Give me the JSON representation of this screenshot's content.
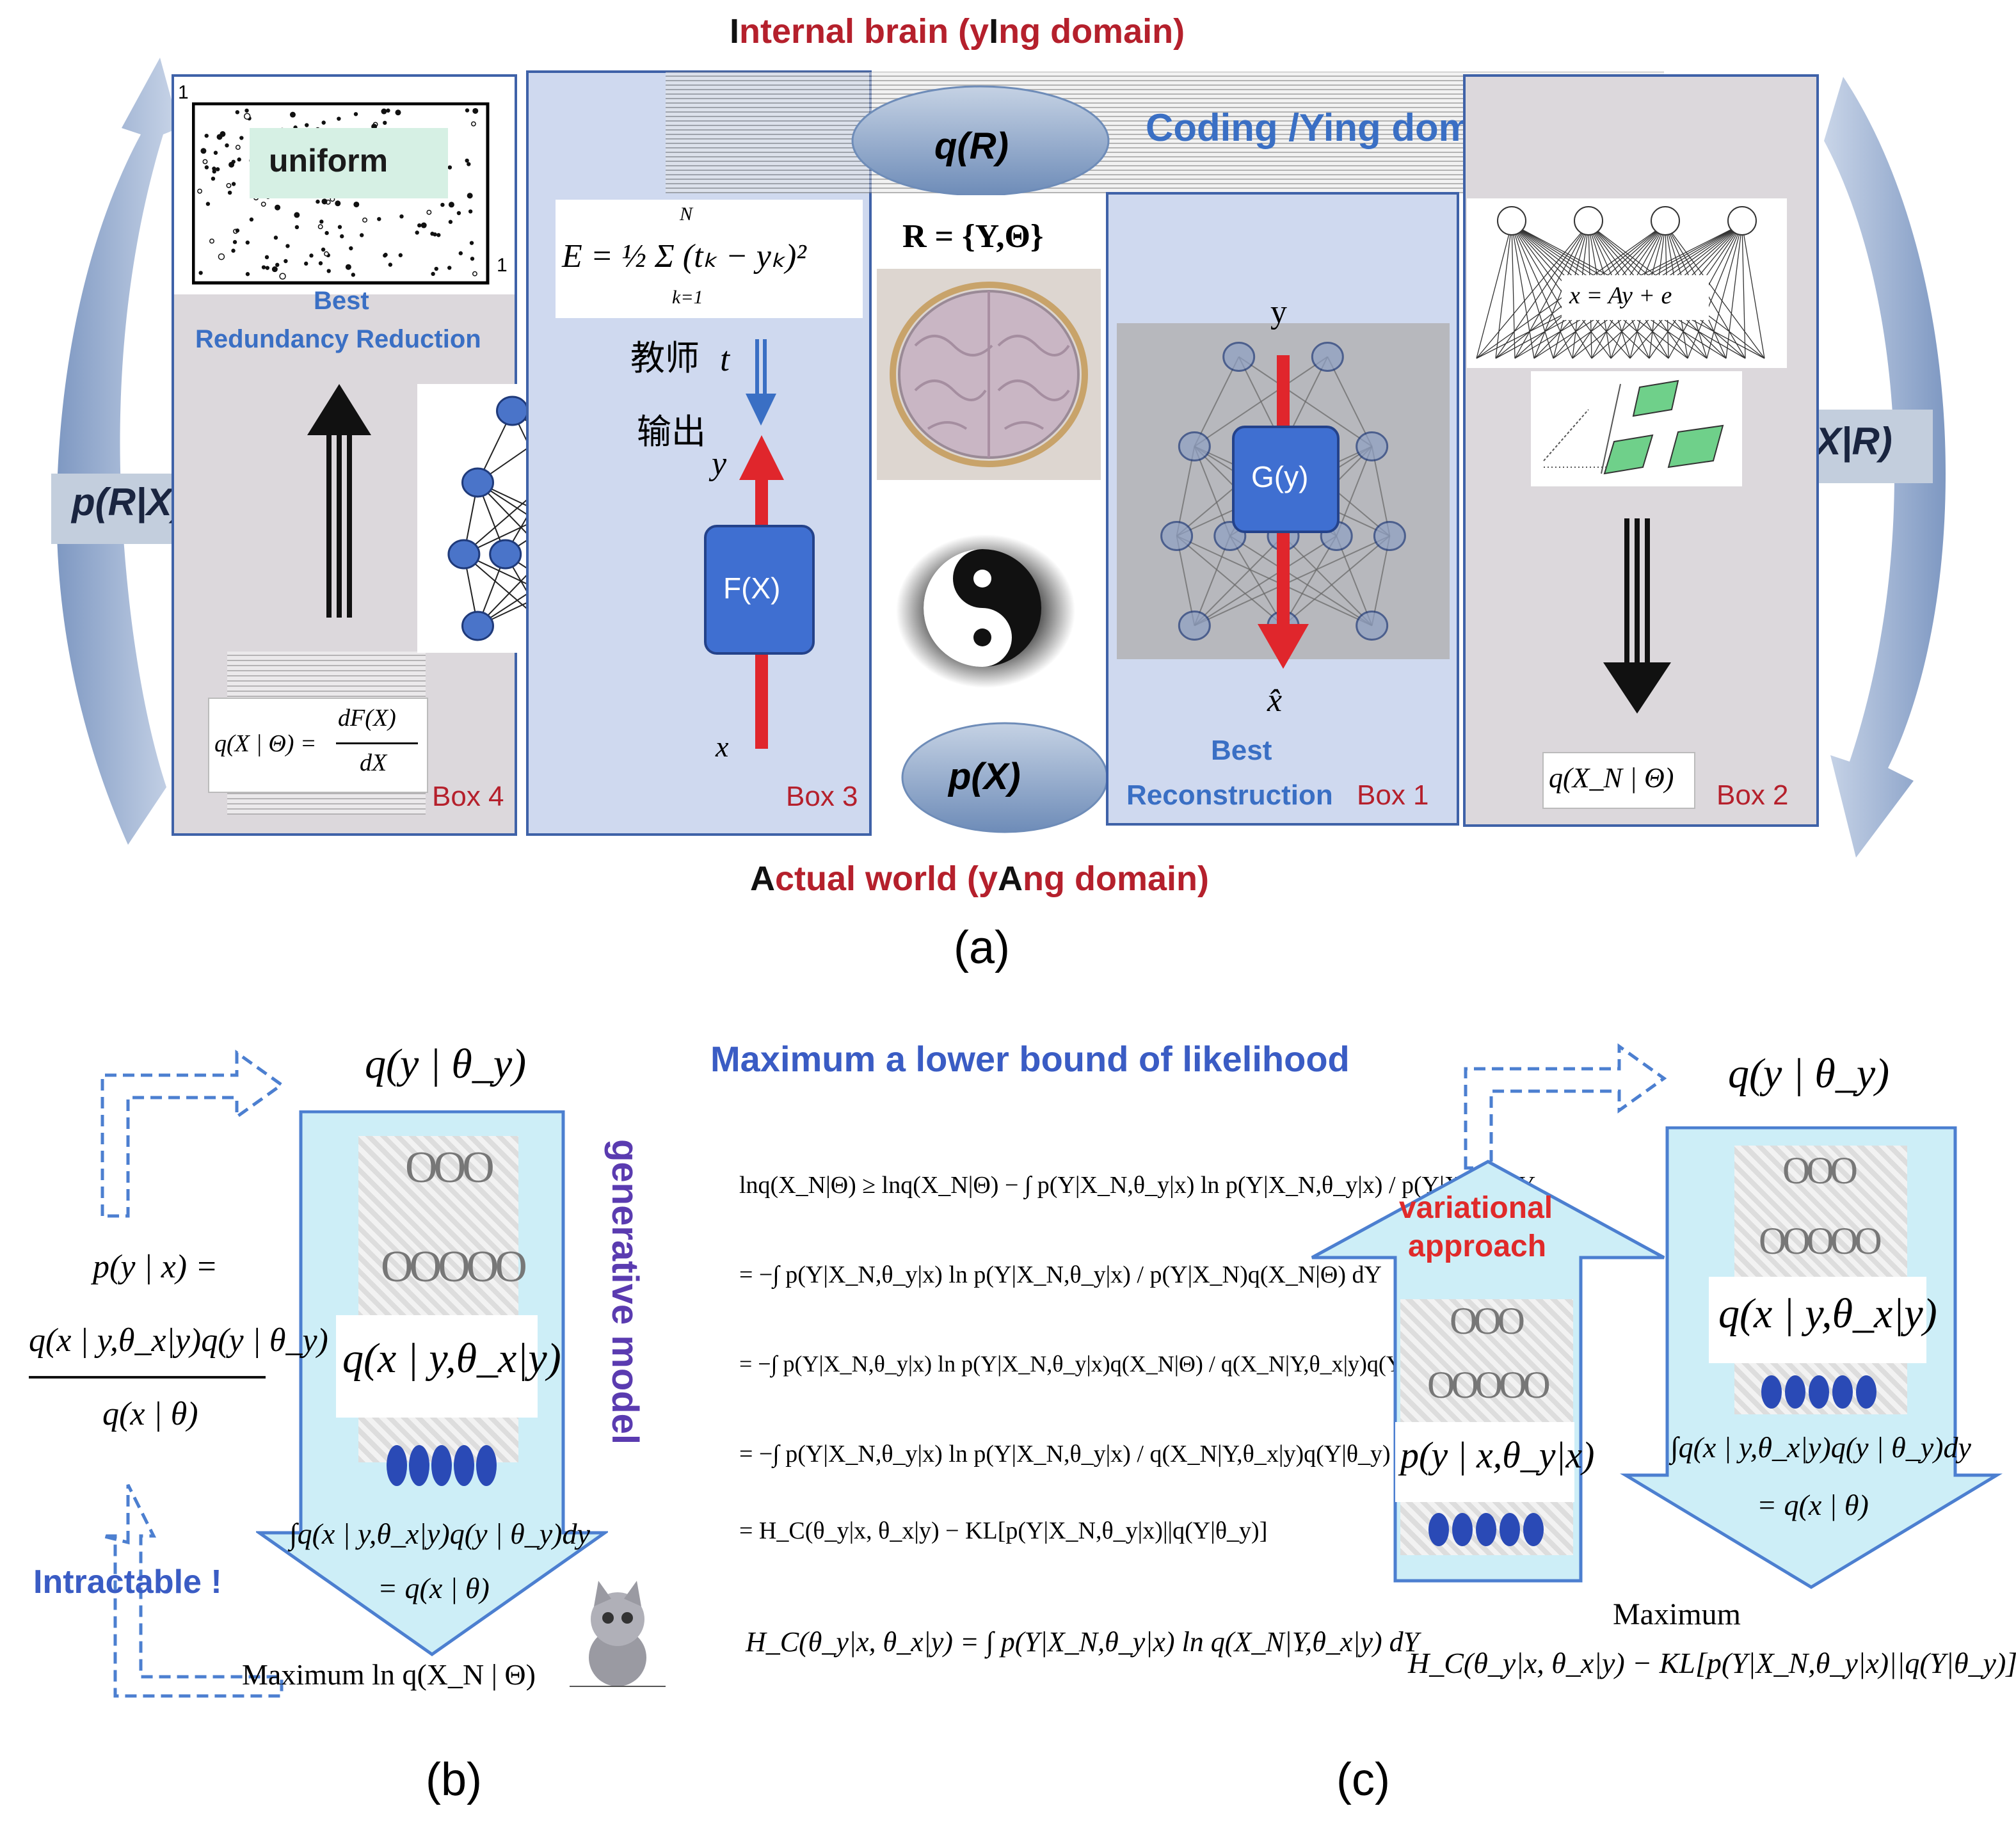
{
  "panel_a": {
    "top_title_prefix": "I",
    "top_title_rest": "nternal brain (y",
    "top_title_I": "I",
    "top_title_end": "ng domain)",
    "bottom_title_prefix": "A",
    "bottom_title_rest": "ctual world (y",
    "bottom_title_A": "A",
    "bottom_title_end": "ng domain)",
    "coding_label": "Coding /Ying domain",
    "qR": "q(R)",
    "pX": "p(X)",
    "pRX": "p(R|X)",
    "qXR": "q(X|R)",
    "R_set": "R = {Y,Θ}",
    "box4": {
      "label": "Box 4",
      "uniform": "uniform",
      "corner_1_top": "1",
      "corner_1_right": "1",
      "best": "Best",
      "redundancy": "Redundancy  Reduction",
      "formula_lhs": "q(X | Θ) =",
      "formula_num": "dF(X)",
      "formula_den": "dX"
    },
    "box3": {
      "label": "Box 3",
      "energy": "E = ½ Σ (tₖ − yₖ)²",
      "sum_top": "N",
      "sum_bottom": "k=1",
      "teacher": "教师",
      "output": "输出",
      "t": "t",
      "y": "y",
      "x": "x",
      "fx": "F(X)"
    },
    "box1": {
      "label": "Box 1",
      "y": "y",
      "gy": "G(y)",
      "xhat": "x̂",
      "best": "Best",
      "reconstruction": "Reconstruction"
    },
    "box2": {
      "label": "Box 2",
      "eq": "x = Ay + e",
      "formula": "q(X_N | Θ)"
    },
    "caption": "(a)"
  },
  "panel_b": {
    "q_y": "q(y | θ_y)",
    "generative": "generative model",
    "p_yx": "p(y | x) =",
    "numerator": "q(x | y,θ_x|y)q(y | θ_y)",
    "denominator": "q(x | θ)",
    "q_x_y": "q(x | y,θ_x|y)",
    "integral": "∫q(x | y,θ_x|y)q(y | θ_y)dy",
    "equals": "= q(x | θ)",
    "intractable": "Intractable !",
    "maximum": "Maximum  ln q(X_N | Θ)",
    "caption": "(b)"
  },
  "panel_c": {
    "title": "Maximum a lower bound of likelihood",
    "eq1": "lnq(X_N|Θ) ≥ lnq(X_N|Θ) − ∫ p(Y|X_N,θ_y|x) ln  p(Y|X_N,θ_y|x) / p(Y|X_N)  dY",
    "eq2": "= −∫ p(Y|X_N,θ_y|x) ln  p(Y|X_N,θ_y|x) / p(Y|X_N)q(X_N|Θ)  dY",
    "eq3": "= −∫ p(Y|X_N,θ_y|x) ln  p(Y|X_N,θ_y|x)q(X_N|Θ) / q(X_N|Y,θ_x|y)q(Y|θ_y)q(X_N|Θ)  dY",
    "eq4": "= −∫ p(Y|X_N,θ_y|x) ln  p(Y|X_N,θ_y|x) / q(X_N|Y,θ_x|y)q(Y|θ_y)  dY",
    "eq5": "= H_C(θ_y|x, θ_x|y) − KL[p(Y|X_N,θ_y|x)||q(Y|θ_y)]",
    "hc": "H_C(θ_y|x, θ_x|y) = ∫ p(Y|X_N,θ_y|x) ln q(X_N|Y,θ_x|y) dY",
    "variational1": "variational",
    "variational2": "approach",
    "p_y_x": "p(y | x,θ_y|x)",
    "q_y": "q(y | θ_y)",
    "q_x_y": "q(x | y,θ_x|y)",
    "integral": "∫q(x | y,θ_x|y)q(y | θ_y)dy",
    "equals": "= q(x | θ)",
    "maximum": "Maximum",
    "max_expr": "H_C(θ_y|x, θ_x|y) − KL[p(Y|X_N,θ_y|x)||q(Y|θ_y)]",
    "caption": "(c)"
  }
}
